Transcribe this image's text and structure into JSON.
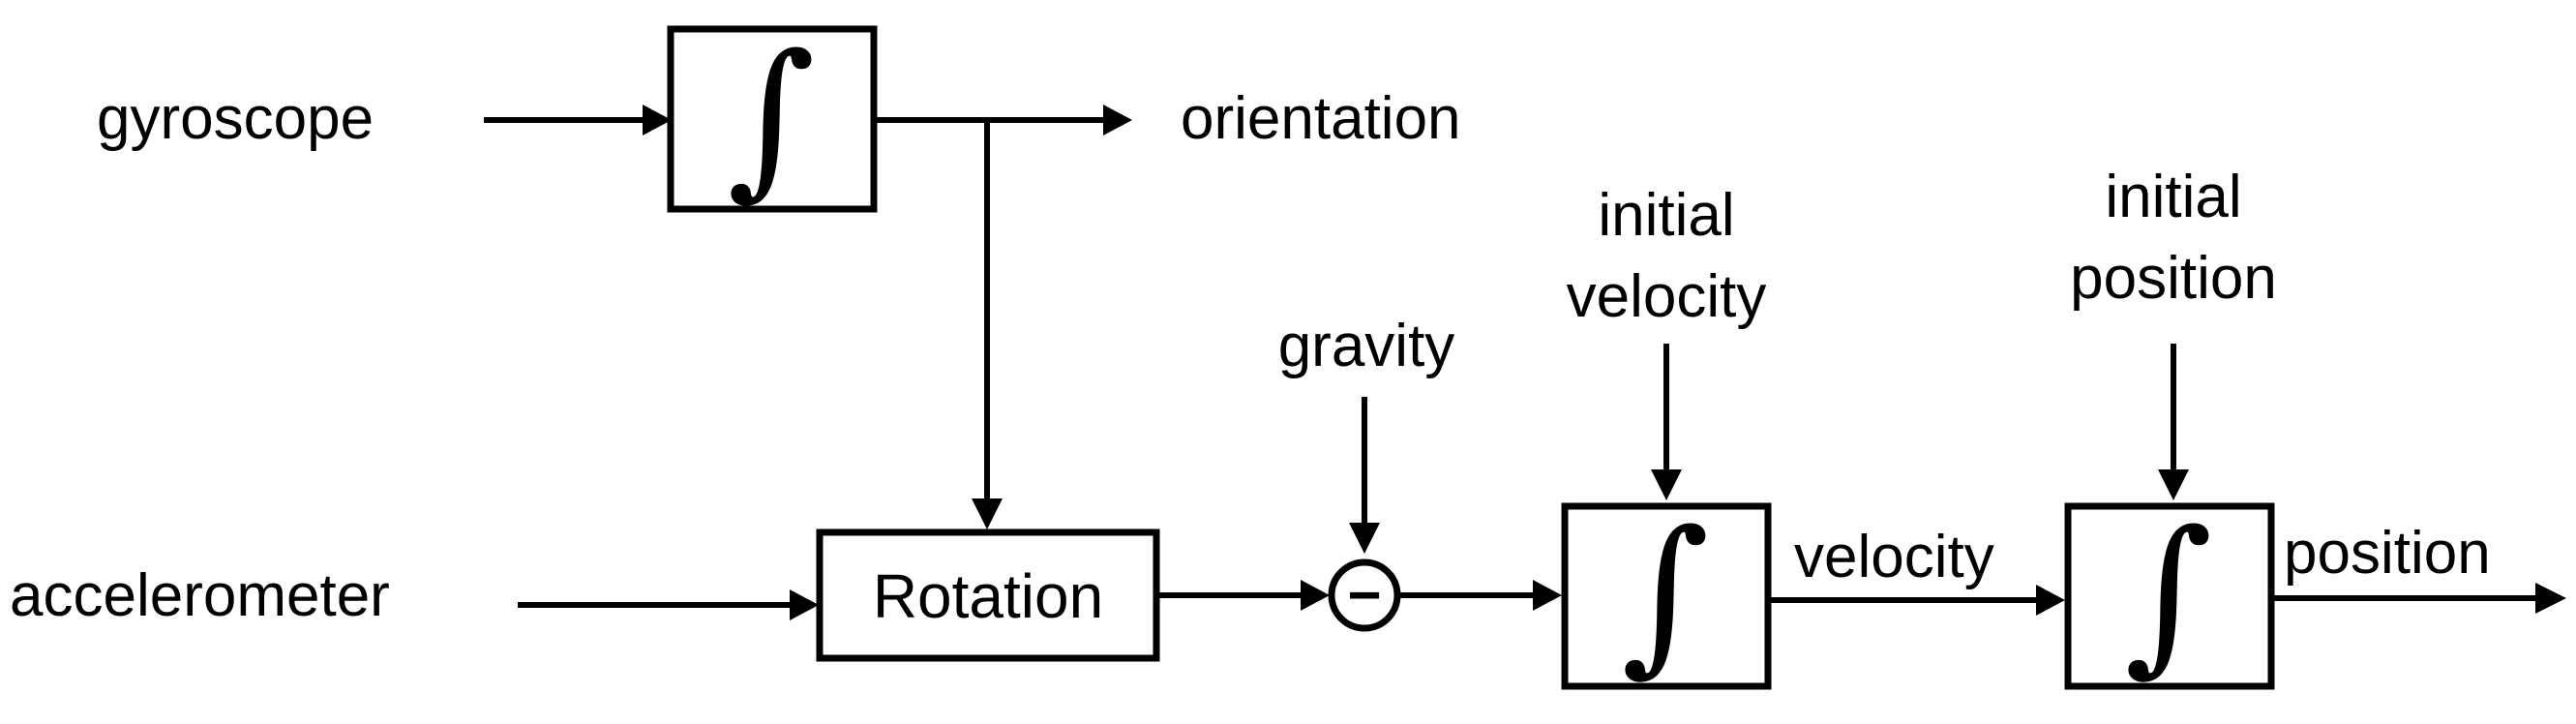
{
  "diagram": {
    "inputs": {
      "gyroscope": "gyroscope",
      "accelerometer": "accelerometer",
      "gravity": "gravity",
      "initial_velocity_line1": "initial",
      "initial_velocity_line2": "velocity",
      "initial_position_line1": "initial",
      "initial_position_line2": "position"
    },
    "outputs": {
      "orientation": "orientation",
      "velocity": "velocity",
      "position": "position"
    },
    "blocks": {
      "gyro_integrator_symbol": "∫",
      "rotation": "Rotation",
      "gravity_subtractor_symbol": "−",
      "velocity_integrator_symbol": "∫",
      "position_integrator_symbol": "∫"
    }
  }
}
